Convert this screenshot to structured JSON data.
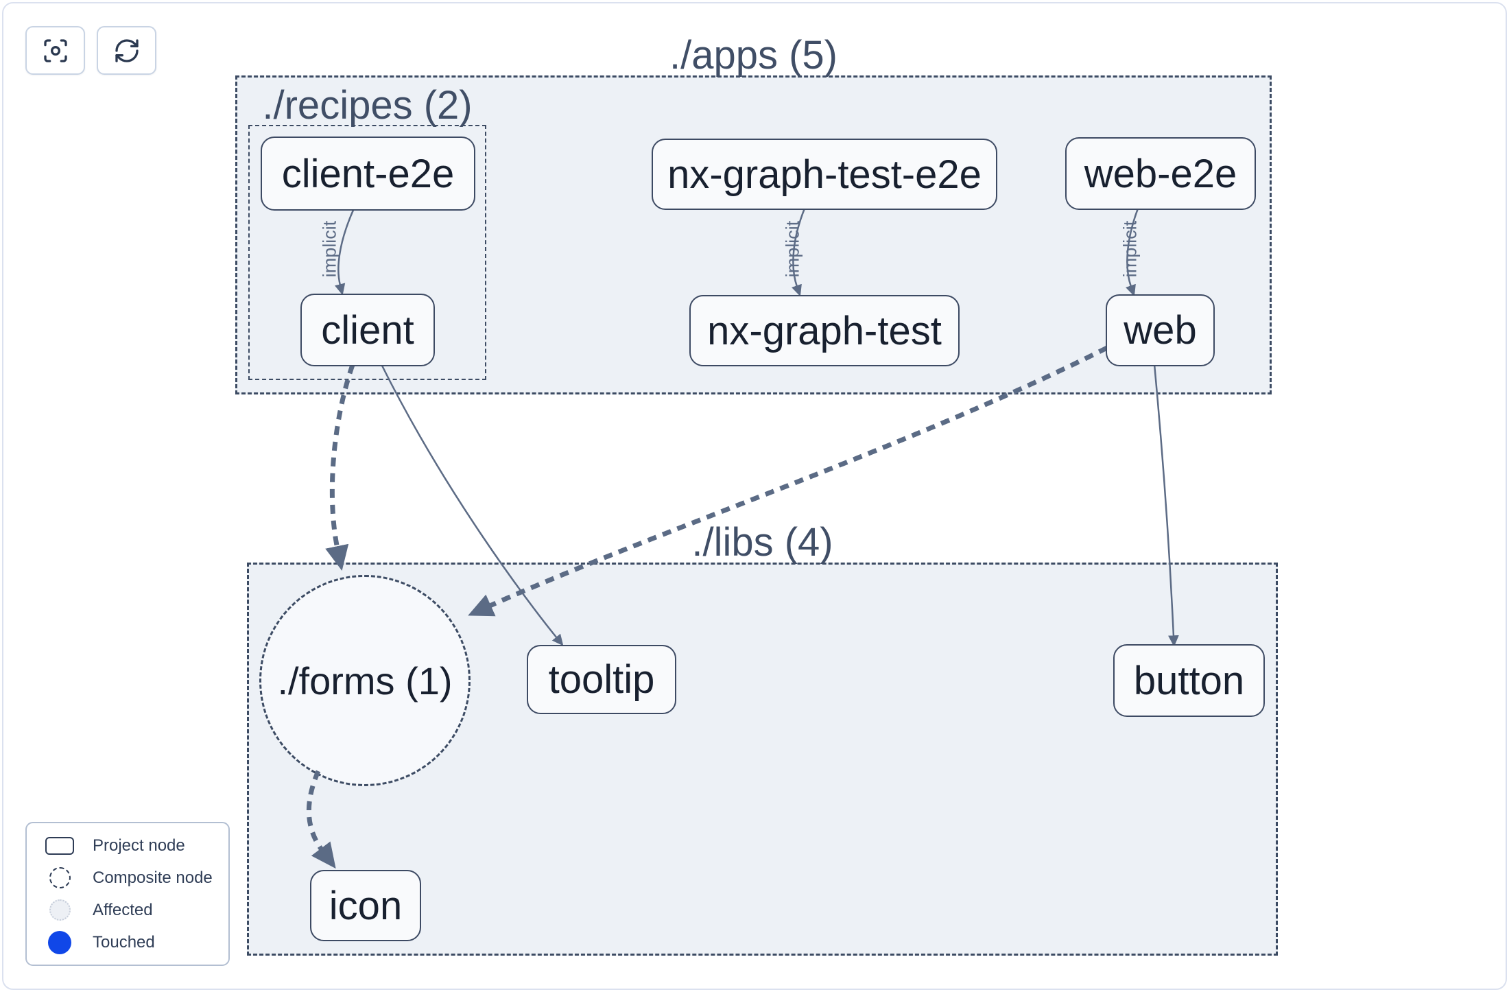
{
  "toolbar": {
    "buttons": [
      {
        "name": "focus",
        "icon": "focus-target-icon"
      },
      {
        "name": "refresh",
        "icon": "refresh-icon"
      }
    ]
  },
  "groups": [
    {
      "id": "apps",
      "label": "./apps (5)"
    },
    {
      "id": "recipes",
      "label": "./recipes (2)"
    },
    {
      "id": "libs",
      "label": "./libs (4)"
    }
  ],
  "nodes": [
    {
      "id": "client-e2e",
      "label": "client-e2e",
      "type": "project"
    },
    {
      "id": "nx-graph-test-e2e",
      "label": "nx-graph-test-e2e",
      "type": "project"
    },
    {
      "id": "web-e2e",
      "label": "web-e2e",
      "type": "project"
    },
    {
      "id": "client",
      "label": "client",
      "type": "project"
    },
    {
      "id": "nx-graph-test",
      "label": "nx-graph-test",
      "type": "project"
    },
    {
      "id": "web",
      "label": "web",
      "type": "project"
    },
    {
      "id": "forms",
      "label": "./forms (1)",
      "type": "composite"
    },
    {
      "id": "tooltip",
      "label": "tooltip",
      "type": "project"
    },
    {
      "id": "button",
      "label": "button",
      "type": "project"
    },
    {
      "id": "icon",
      "label": "icon",
      "type": "project"
    }
  ],
  "edges": [
    {
      "from": "client-e2e",
      "to": "client",
      "style": "solid-thin",
      "label": "implicit"
    },
    {
      "from": "nx-graph-test-e2e",
      "to": "nx-graph-test",
      "style": "solid-thin",
      "label": "implicit"
    },
    {
      "from": "web-e2e",
      "to": "web",
      "style": "solid-thin",
      "label": "implicit"
    },
    {
      "from": "client",
      "to": "forms",
      "style": "dashed-thick",
      "label": ""
    },
    {
      "from": "client",
      "to": "tooltip",
      "style": "solid-thin",
      "label": ""
    },
    {
      "from": "web",
      "to": "forms",
      "style": "dashed-thick",
      "label": ""
    },
    {
      "from": "web",
      "to": "button",
      "style": "solid-thin",
      "label": ""
    },
    {
      "from": "forms",
      "to": "icon",
      "style": "dashed-thick",
      "label": ""
    }
  ],
  "legend": {
    "items": [
      {
        "label": "Project node",
        "swatch": "project-node"
      },
      {
        "label": "Composite node",
        "swatch": "composite-node"
      },
      {
        "label": "Affected",
        "swatch": "affected"
      },
      {
        "label": "Touched",
        "swatch": "touched"
      }
    ]
  },
  "colors": {
    "touched_blue": "#1047e8",
    "affected_fill": "#edf0f5",
    "edge": "#5b6b85",
    "node_border": "#3d4a63",
    "node_fill": "#f9fafc",
    "group_fill": "#edf1f6",
    "node_text": "#18202f",
    "group_label_text": "#404e66"
  }
}
